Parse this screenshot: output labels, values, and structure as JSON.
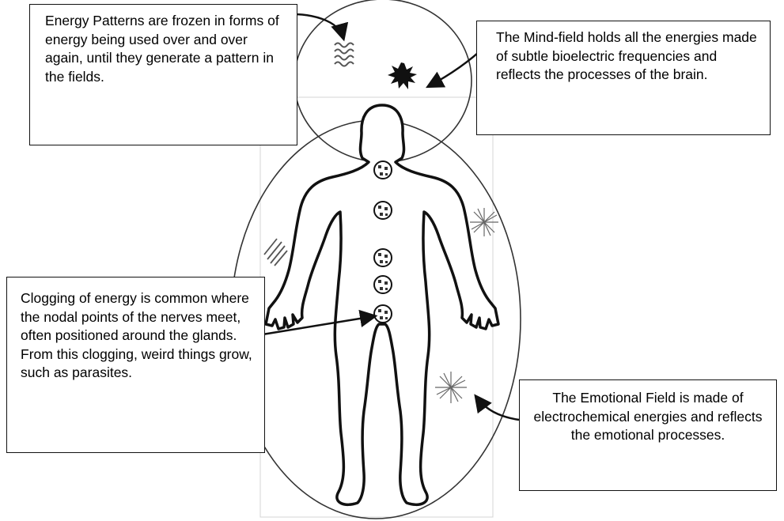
{
  "callouts": {
    "energy_patterns": "Energy Patterns are frozen in forms of energy being used over and over again, until they generate a pattern in the fields.",
    "mind_field": "The Mind-field holds all the energies made of subtle bioelectric frequencies and reflects the processes of the brain.",
    "clogging": "Clogging of energy is common where the nodal points of the nerves meet, often positioned around the glands. From this clogging, weird things grow, such as parasites.",
    "emotional_field": "The Emotional Field is made of electrochemical energies and reflects the emotional processes."
  },
  "colors": {
    "outline": "#111111",
    "frame": "#d0d0d0",
    "nodes": "#555555"
  },
  "icons": {
    "wavy_pattern": "wavy-lines-icon",
    "dark_burst": "burst-icon",
    "hatch_pattern": "hatch-lines-icon",
    "light_burst": "speckle-burst-icon"
  }
}
